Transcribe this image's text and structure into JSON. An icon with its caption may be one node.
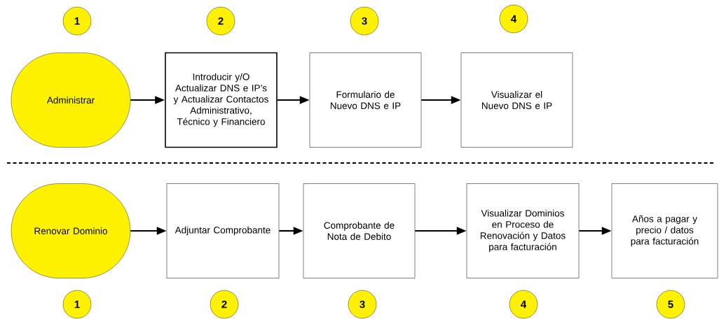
{
  "diagram": {
    "nodes": [
      {
        "text": [
          "1"
        ]
      },
      {
        "text": [
          "2"
        ]
      },
      {
        "text": [
          "3"
        ]
      },
      {
        "text": [
          "4"
        ]
      },
      {
        "text": [
          "Administrar"
        ]
      },
      {
        "text": [
          "Introducir y/O Actualizar DNS e IP’s y Actualizar Contactos Administrativo, Técnico y Financiero"
        ]
      },
      {
        "text": [
          "Formulario de Nuevo DNS e IP"
        ]
      },
      {
        "text": [
          "Visualizar el Nuevo DNS e IP"
        ]
      },
      {
        "text": [
          "Renovar Dominio"
        ]
      },
      {
        "text": [
          "Adjuntar Comprobante"
        ]
      },
      {
        "text": [
          "Comprobante de Nota de Debito"
        ]
      },
      {
        "text": [
          "Visualizar Dominios en Proceso de Renovación y Datos para facturación"
        ]
      },
      {
        "text": [
          "Años a pagar y precio / datos para facturación"
        ]
      },
      {
        "text": [
          "1"
        ]
      },
      {
        "text": [
          "2"
        ]
      },
      {
        "text": [
          "3"
        ]
      },
      {
        "text": [
          "4"
        ]
      },
      {
        "text": [
          "5"
        ]
      }
    ],
    "edges": [
      {
        "from": 4,
        "to": 5,
        "arrow": "to"
      },
      {
        "from": 5,
        "to": 6,
        "arrow": "to"
      },
      {
        "from": 6,
        "to": 7,
        "arrow": "to"
      },
      {
        "from": 8,
        "to": 9,
        "arrow": "to"
      },
      {
        "from": 9,
        "to": 10,
        "arrow": "to"
      },
      {
        "from": 10,
        "to": 11,
        "arrow": "to"
      },
      {
        "from": 11,
        "to": 12,
        "arrow": "to"
      }
    ]
  }
}
